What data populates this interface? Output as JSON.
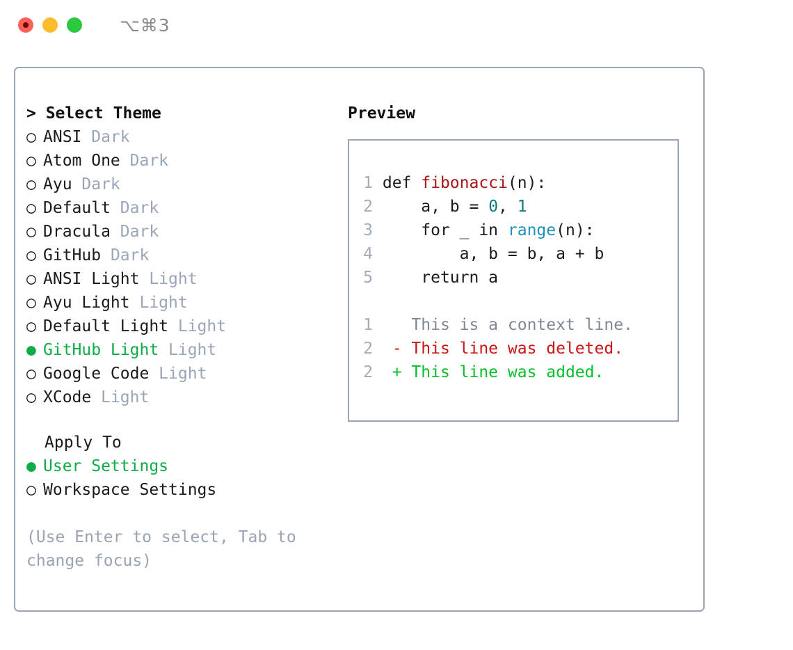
{
  "titlebar": {
    "shortcut": "⌥⌘3",
    "lights": [
      "close-light",
      "minimize-light",
      "zoom-light"
    ]
  },
  "theme_panel": {
    "heading": "> Select Theme",
    "options": [
      {
        "bullet": "○",
        "label": "ANSI",
        "variant": "Dark",
        "selected": false
      },
      {
        "bullet": "○",
        "label": "Atom One",
        "variant": "Dark",
        "selected": false
      },
      {
        "bullet": "○",
        "label": "Ayu",
        "variant": "Dark",
        "selected": false
      },
      {
        "bullet": "○",
        "label": "Default",
        "variant": "Dark",
        "selected": false
      },
      {
        "bullet": "○",
        "label": "Dracula",
        "variant": "Dark",
        "selected": false
      },
      {
        "bullet": "○",
        "label": "GitHub",
        "variant": "Dark",
        "selected": false
      },
      {
        "bullet": "○",
        "label": "ANSI Light",
        "variant": "Light",
        "selected": false
      },
      {
        "bullet": "○",
        "label": "Ayu Light",
        "variant": "Light",
        "selected": false
      },
      {
        "bullet": "○",
        "label": "Default Light",
        "variant": "Light",
        "selected": false
      },
      {
        "bullet": "●",
        "label": "GitHub Light",
        "variant": "Light",
        "selected": true
      },
      {
        "bullet": "○",
        "label": "Google Code",
        "variant": "Light",
        "selected": false
      },
      {
        "bullet": "○",
        "label": "XCode",
        "variant": "Light",
        "selected": false
      }
    ]
  },
  "apply_to": {
    "heading": "Apply To",
    "options": [
      {
        "bullet": "●",
        "label": "User Settings",
        "selected": true
      },
      {
        "bullet": "○",
        "label": "Workspace Settings",
        "selected": false
      }
    ]
  },
  "hint": "(Use Enter to select, Tab to change focus)",
  "preview": {
    "heading": "Preview",
    "code_lines": [
      {
        "number": "1",
        "segments": [
          {
            "text": "def ",
            "type": "plain"
          },
          {
            "text": "fibonacci",
            "type": "func"
          },
          {
            "text": "(n):",
            "type": "plain"
          }
        ]
      },
      {
        "number": "2",
        "segments": [
          {
            "text": "    a, b = ",
            "type": "plain"
          },
          {
            "text": "0",
            "type": "num"
          },
          {
            "text": ", ",
            "type": "plain"
          },
          {
            "text": "1",
            "type": "num"
          }
        ]
      },
      {
        "number": "3",
        "segments": [
          {
            "text": "    for _ in ",
            "type": "plain"
          },
          {
            "text": "range",
            "type": "builtin"
          },
          {
            "text": "(n):",
            "type": "plain"
          }
        ]
      },
      {
        "number": "4",
        "segments": [
          {
            "text": "        a, b = b, a + b",
            "type": "plain"
          }
        ]
      },
      {
        "number": "5",
        "segments": [
          {
            "text": "    return a",
            "type": "plain"
          }
        ]
      }
    ],
    "diff_lines": [
      {
        "number": "1",
        "marker": "  ",
        "text": "This is a context line.",
        "type": "ctx"
      },
      {
        "number": "2",
        "marker": "- ",
        "text": "This line was deleted.",
        "type": "del"
      },
      {
        "number": "2",
        "marker": "+ ",
        "text": "This line was added.",
        "type": "add"
      }
    ]
  },
  "colors": {
    "border": "#9aa6b8",
    "selected_green": "#0eab47",
    "muted": "#9aa6b8",
    "hint": "#9aa3b1",
    "line_number": "#a3acb9",
    "func_red": "#a81515",
    "number_teal": "#0b7a7a",
    "builtin_blue": "#1f8fc0",
    "diff_del": "#cc1414",
    "diff_add": "#07bf2c",
    "diff_ctx": "#808993"
  }
}
